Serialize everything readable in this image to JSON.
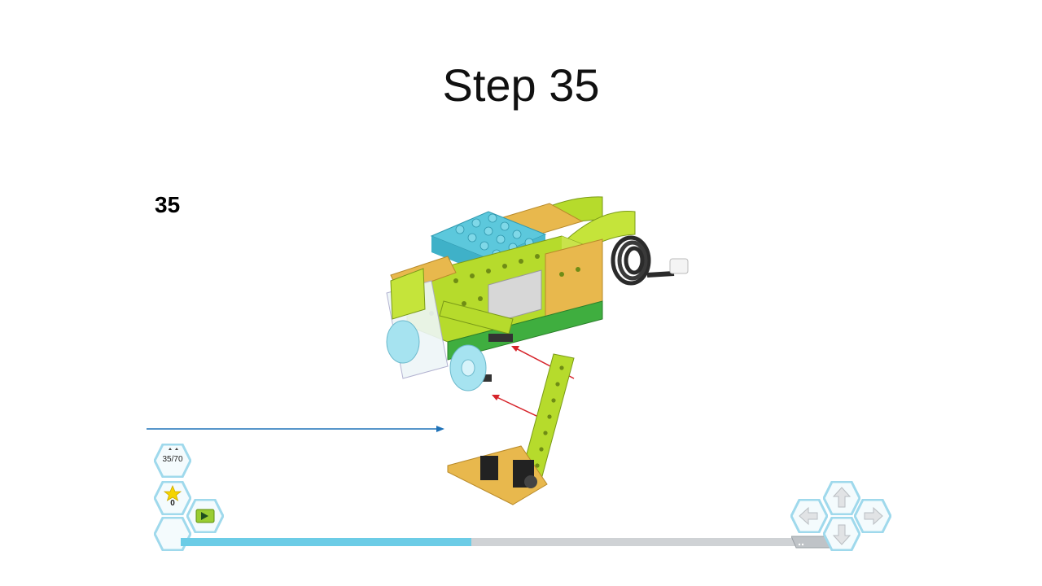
{
  "slide": {
    "title": "Step 35"
  },
  "instructions": {
    "step_number": "35"
  },
  "hud": {
    "step_counter": "35/70",
    "stars_count": "0",
    "progress_fraction": 0.47
  },
  "colors": {
    "accent": "#6ccce6",
    "hex_border": "#9fd9ec",
    "lime": "#b6db2c",
    "tan": "#e8b84d",
    "azure": "#5cc8dc",
    "arrow_red": "#d6232a",
    "pointer_blue": "#1e72b8"
  },
  "icons": {
    "counter": "step-counter-icon",
    "stars": "star-icon",
    "play": "play-icon",
    "nav_left": "arrow-left-icon",
    "nav_up": "arrow-up-icon",
    "nav_right": "arrow-right-icon",
    "nav_down": "arrow-down-icon"
  }
}
